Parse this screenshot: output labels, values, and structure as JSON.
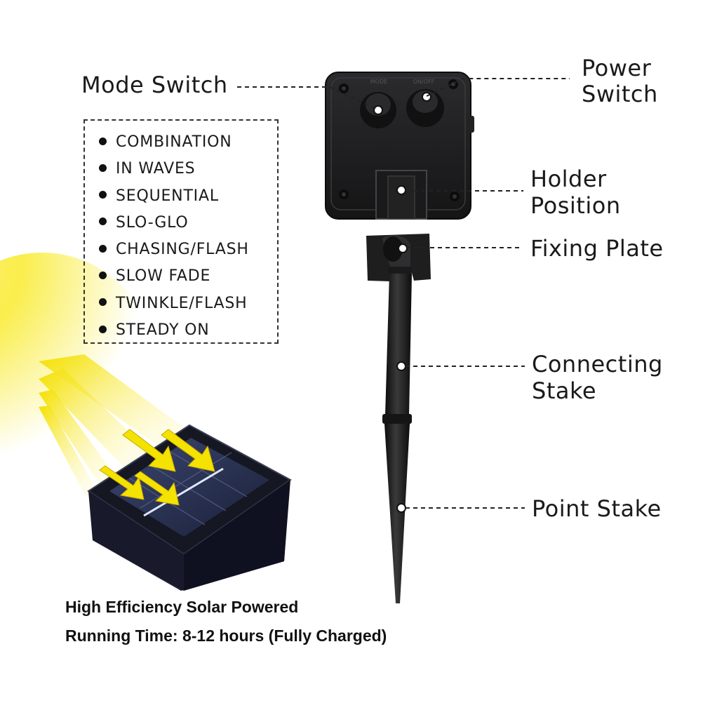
{
  "callouts": {
    "mode_switch": "Mode Switch",
    "power_switch_line1": "Power",
    "power_switch_line2": "Switch",
    "holder_position_line1": "Holder",
    "holder_position_line2": "Position",
    "fixing_plate": "Fixing Plate",
    "connecting_stake_line1": "Connecting",
    "connecting_stake_line2": "Stake",
    "point_stake": "Point Stake"
  },
  "modes": [
    "COMBINATION",
    "IN WAVES",
    "SEQUENTIAL",
    "SLO-GLO",
    "CHASING/FLASH",
    "SLOW FADE",
    "TWINKLE/FLASH",
    "STEADY ON"
  ],
  "box_labels": {
    "mode": "MODE",
    "on_off": "ON/OFF"
  },
  "caption": {
    "line1": "High Efficiency Solar Powered",
    "line2": "Running Time: 8-12 hours (Fully Charged)"
  },
  "icons": {
    "sun_rays": "sun-rays-icon",
    "arrows": "arrow-down-right-icon"
  },
  "colors": {
    "ray_yellow": "#f7e600",
    "device_black": "#1c1c1e",
    "panel_blue": "#2a3354"
  }
}
